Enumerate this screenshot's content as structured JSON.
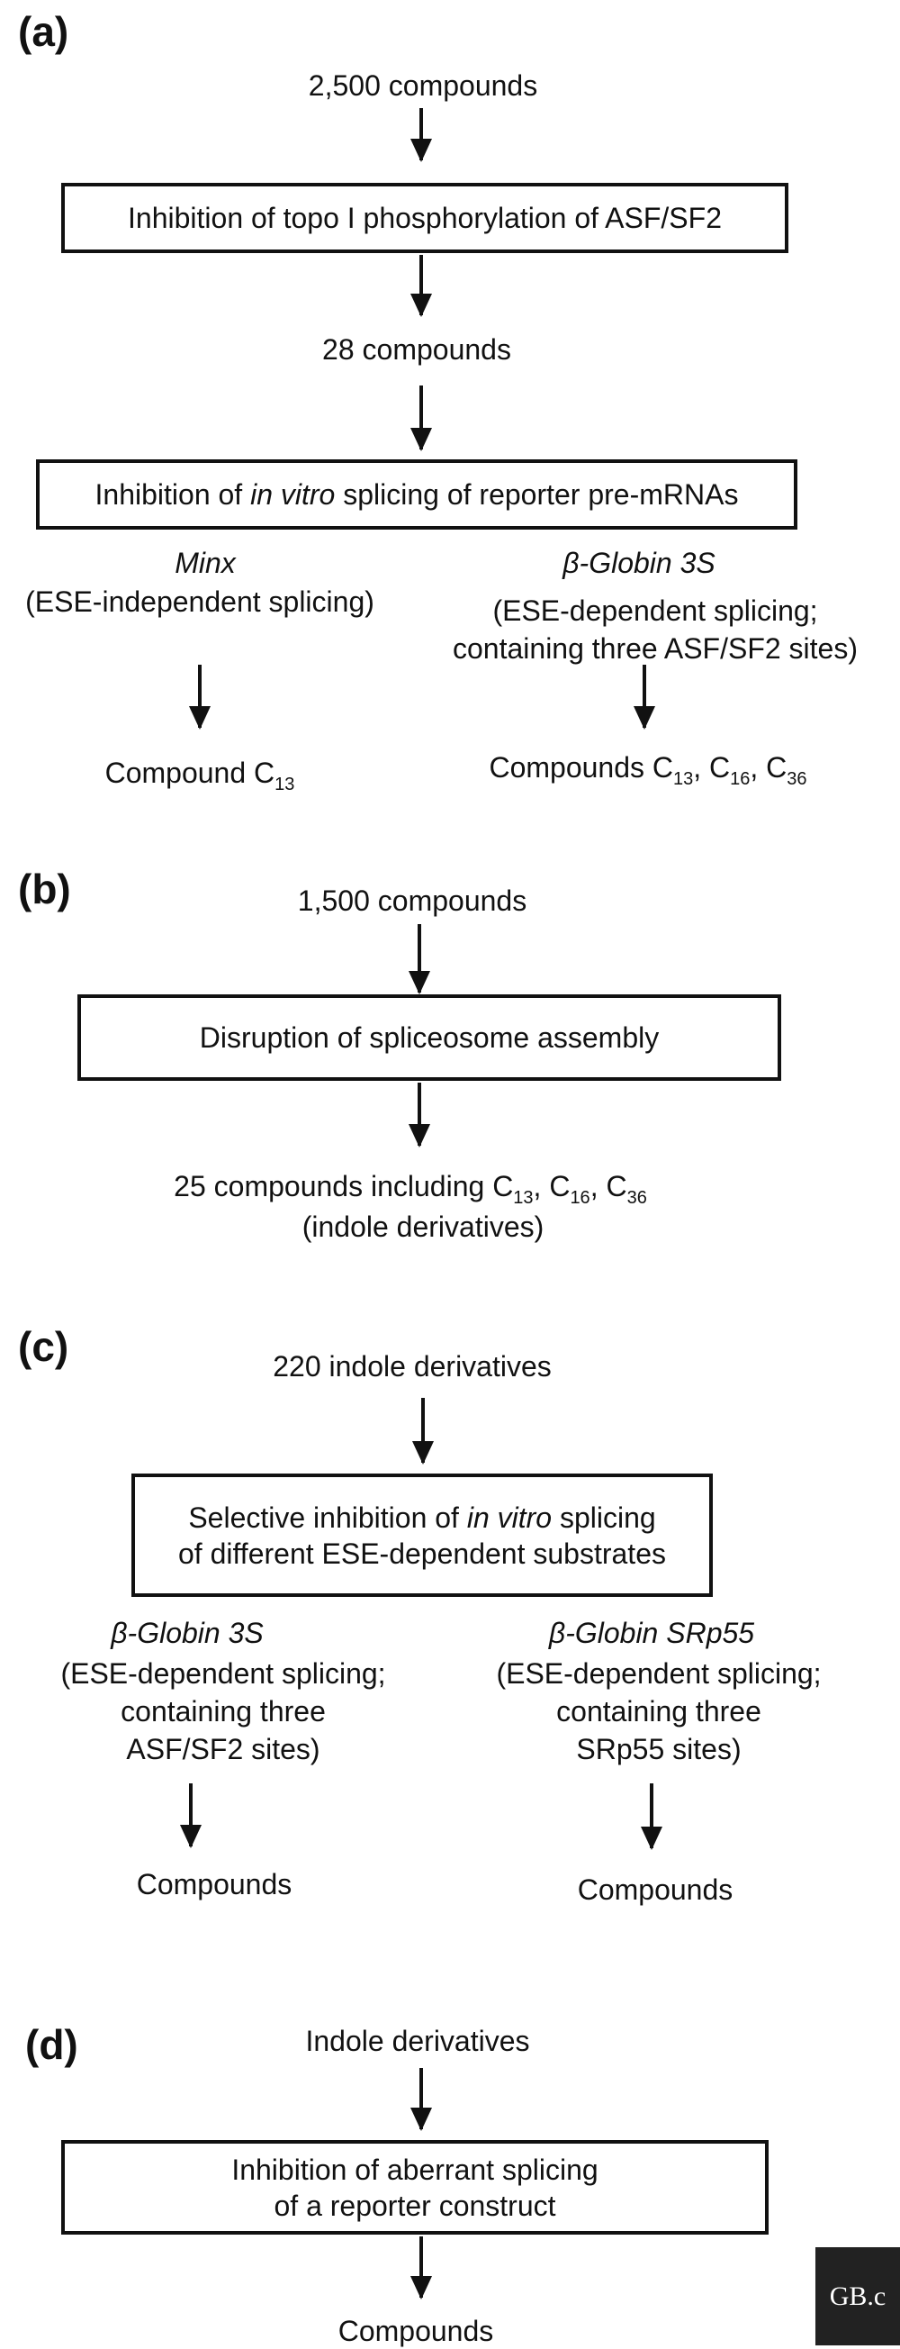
{
  "panel_a": {
    "label": "(a)",
    "start": "2,500 compounds",
    "box1": "Inhibition of topo I phosphorylation of ASF/SF2",
    "mid": "28 compounds",
    "box2_pre": "Inhibition of ",
    "box2_it": "in vitro",
    "box2_post": " splicing of reporter pre-mRNAs",
    "left_name": "Minx",
    "left_desc": "(ESE-independent splicing)",
    "left_result": "Compound C",
    "left_sub": "13",
    "right_name_greek": "β",
    "right_name": "-Globin 3S",
    "right_desc1": "(ESE-dependent splicing;",
    "right_desc2": "containing three ASF/SF2 sites)",
    "right_result": "Compounds C",
    "right_sub1": "13",
    "right_sub2": "16",
    "right_sub3": "36",
    "sep": ", C"
  },
  "panel_b": {
    "label": "(b)",
    "start": "1,500 compounds",
    "box": "Disruption of spliceosome assembly",
    "result": "25 compounds including C",
    "sub1": "13",
    "sub2": "16",
    "sub3": "36",
    "sep": ", C",
    "result2": "(indole derivatives)"
  },
  "panel_c": {
    "label": "(c)",
    "start": "220 indole derivatives",
    "box_l1_pre": "Selective inhibition of ",
    "box_l1_it": "in vitro",
    "box_l1_post": " splicing",
    "box_l2": "of different ESE-dependent substrates",
    "left_greek": "β",
    "left_name": "-Globin 3S",
    "left_desc1": "(ESE-dependent splicing;",
    "left_desc2": "containing three",
    "left_desc3": "ASF/SF2 sites)",
    "left_result": "Compounds",
    "right_greek": "β",
    "right_name": "-Globin SRp55",
    "right_desc1": "(ESE-dependent splicing;",
    "right_desc2": "containing three",
    "right_desc3": "SRp55 sites)",
    "right_result": "Compounds"
  },
  "panel_d": {
    "label": "(d)",
    "start": "Indole derivatives",
    "box_l1": "Inhibition of aberrant splicing",
    "box_l2": "of a reporter construct",
    "result": "Compounds"
  },
  "logo": {
    "text": "GB.c"
  }
}
